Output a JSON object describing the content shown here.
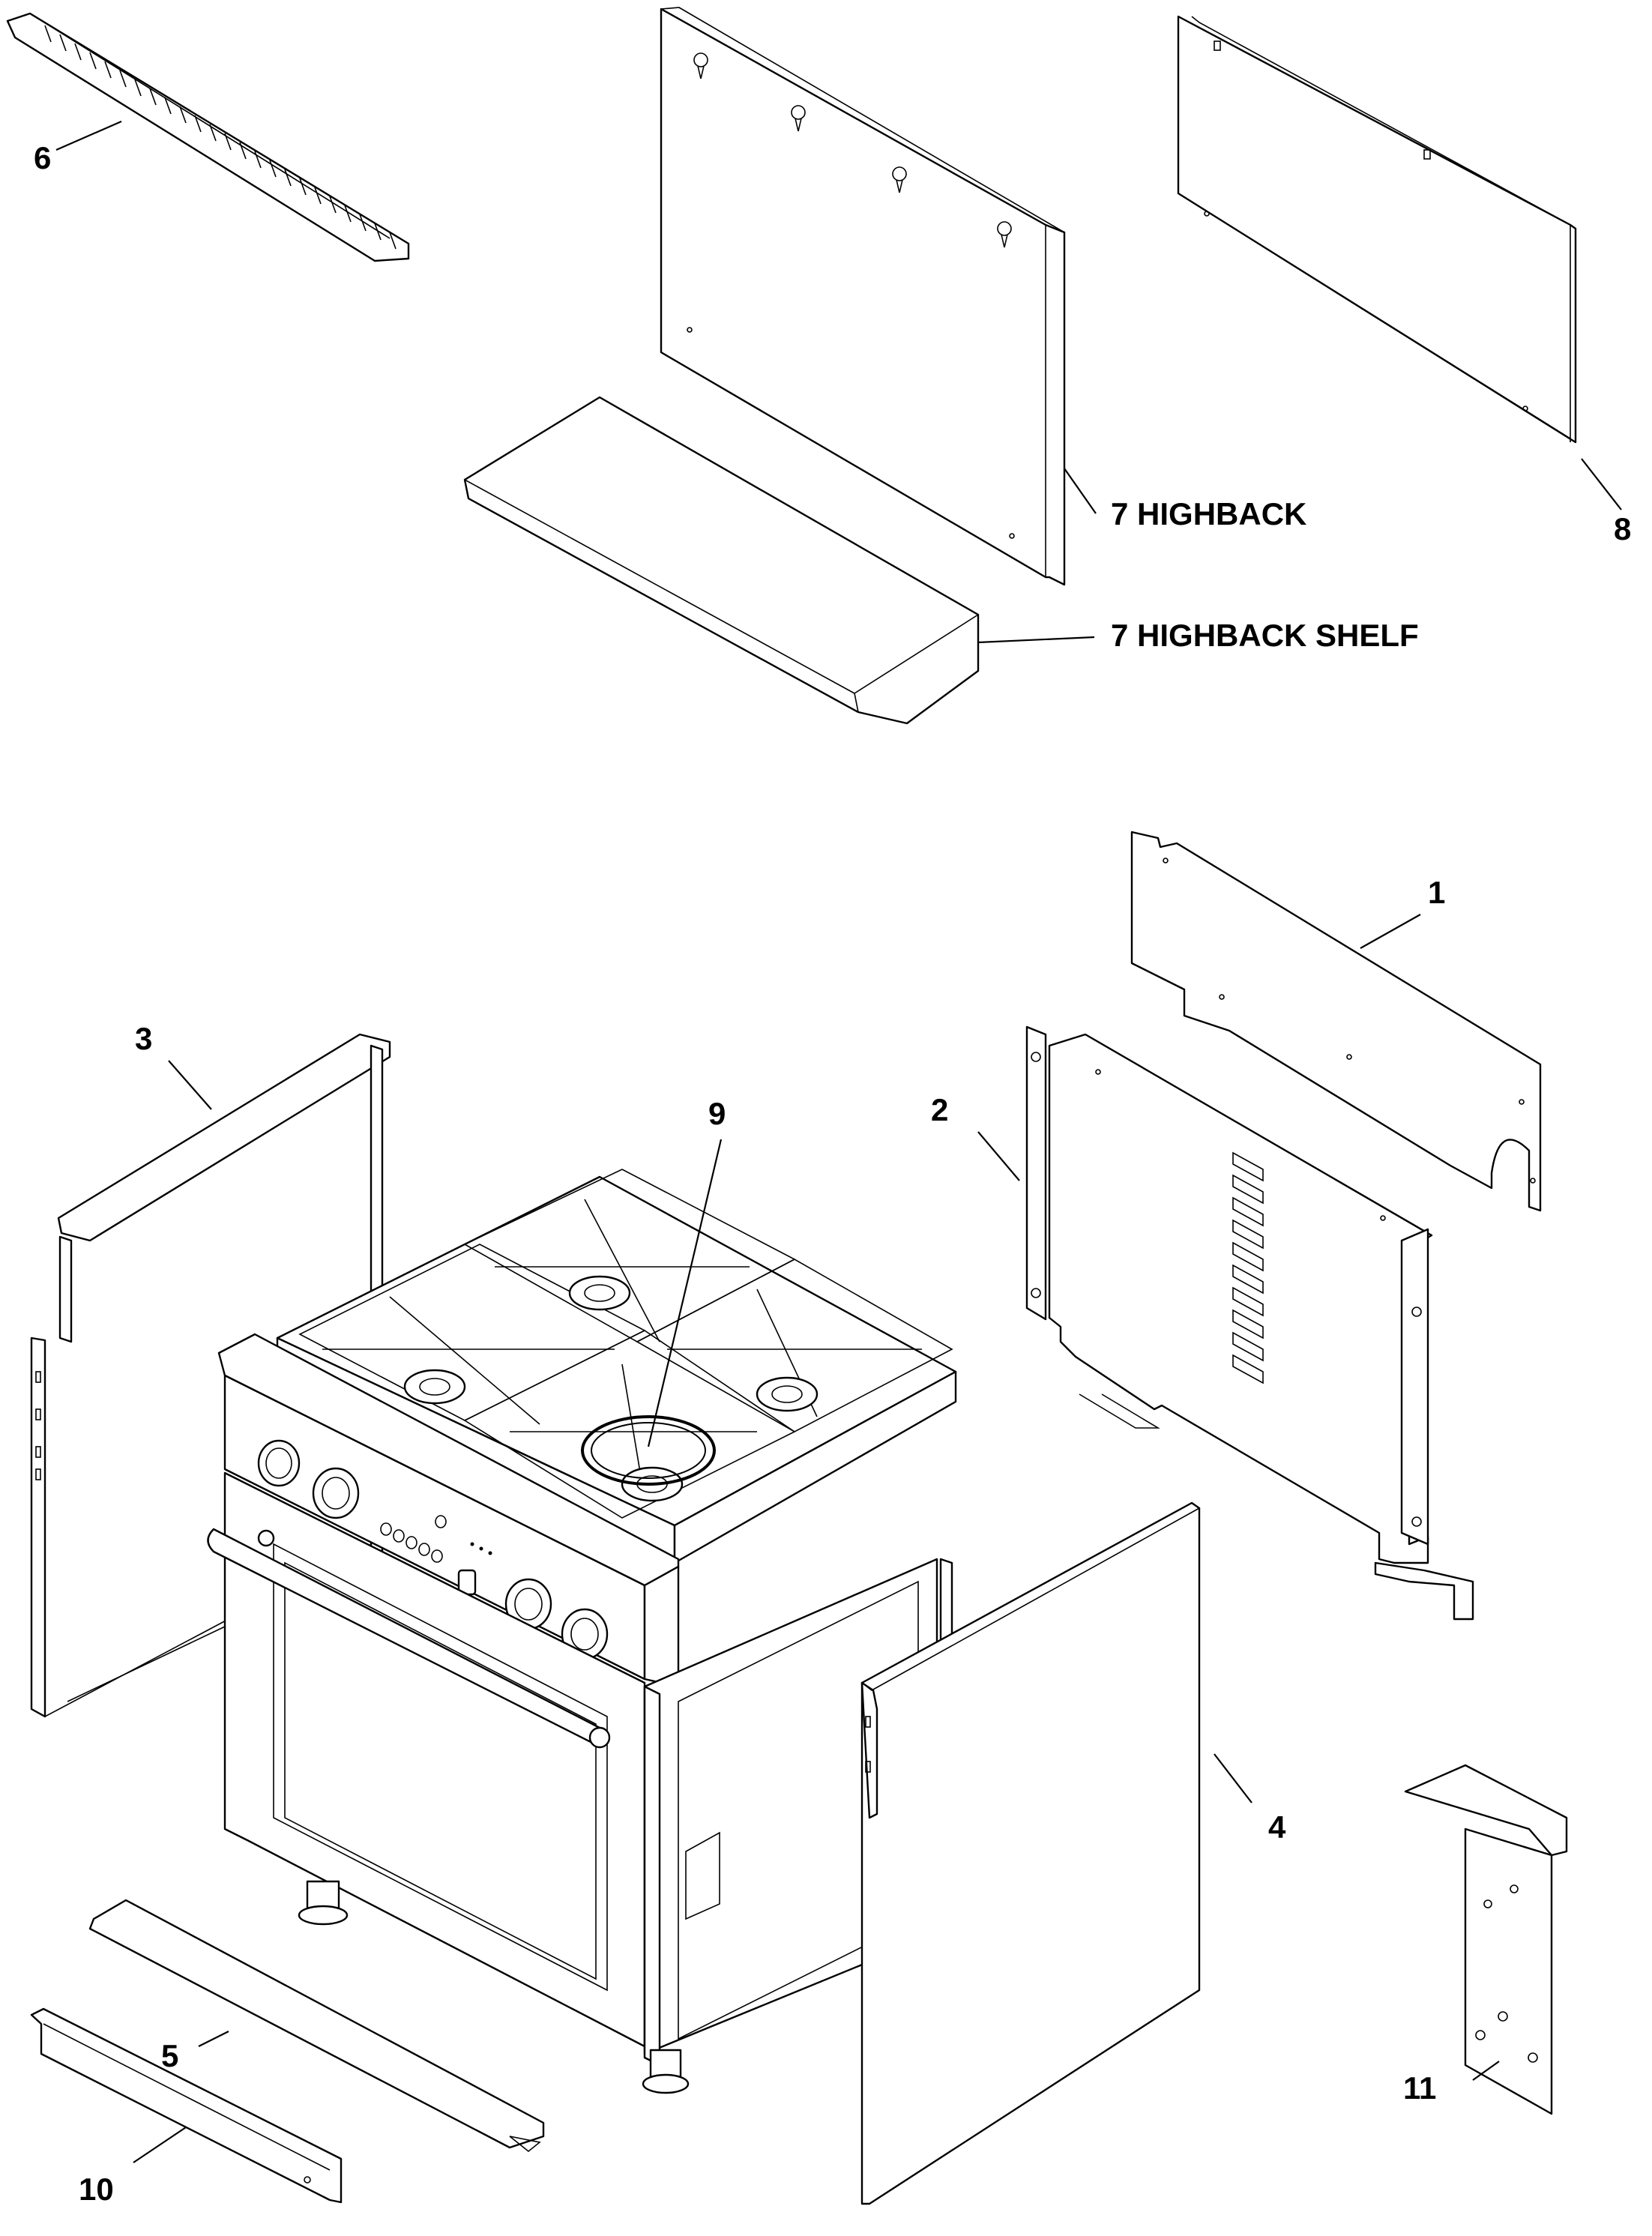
{
  "callouts": {
    "c1": "1",
    "c2": "2",
    "c3": "3",
    "c4": "4",
    "c5": "5",
    "c6": "6",
    "c7a": "7  HIGHBACK",
    "c7b": "7  HIGHBACK SHELF",
    "c8": "8",
    "c9": "9",
    "c10": "10",
    "c11": "11"
  }
}
